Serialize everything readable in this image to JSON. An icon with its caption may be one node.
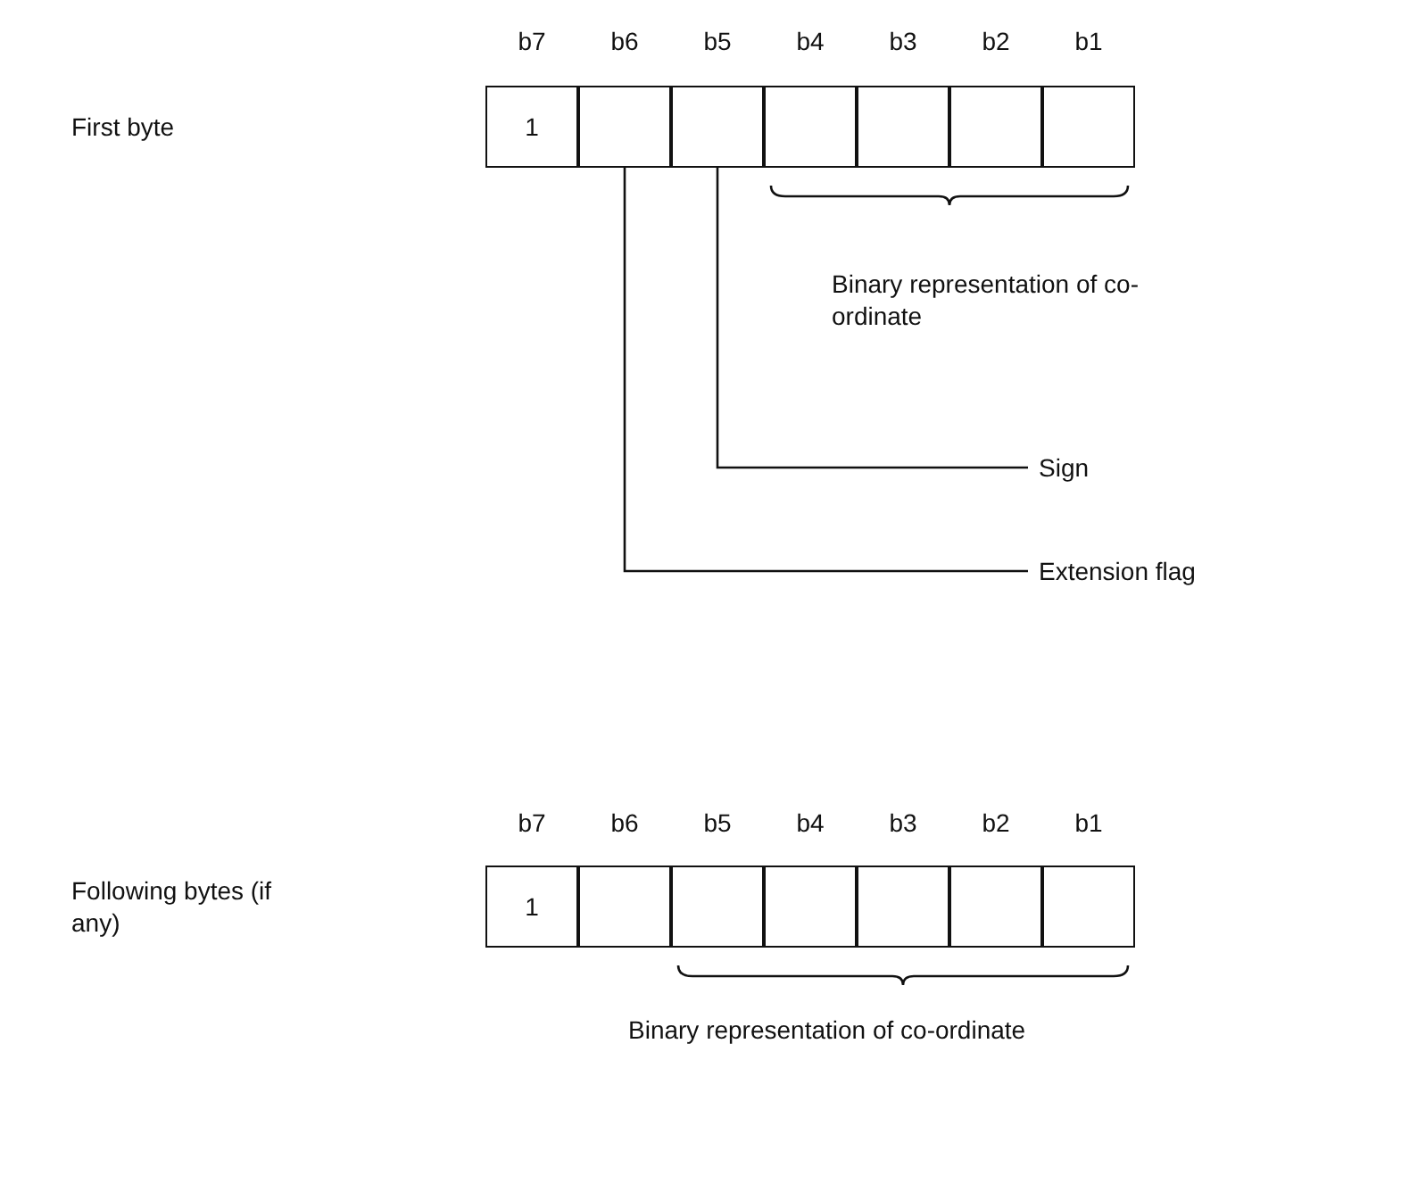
{
  "diagram": {
    "nodes": [
      {
        "text": [
          "1"
        ]
      },
      {
        "text": [],
        "shape": "box"
      },
      {
        "text": [],
        "shape": "box"
      },
      {
        "text": [],
        "shape": "box"
      },
      {
        "text": [],
        "shape": "box"
      },
      {
        "text": [],
        "shape": "box"
      },
      {
        "text": [],
        "shape": "box"
      },
      {
        "text": [
          "Sign"
        ]
      },
      {
        "text": [
          "Extension flag"
        ]
      },
      {
        "text": [
          "1"
        ]
      },
      {
        "text": [],
        "shape": "box"
      },
      {
        "text": [],
        "shape": "box"
      },
      {
        "text": [],
        "shape": "box"
      },
      {
        "text": [],
        "shape": "box"
      },
      {
        "text": [],
        "shape": "box"
      },
      {
        "text": [],
        "shape": "box"
      }
    ],
    "edges": [
      {
        "from": 7,
        "to": 2,
        "arrow": "none"
      },
      {
        "from": 8,
        "to": 1,
        "arrow": "none"
      }
    ],
    "labels": [
      "b7",
      "b6",
      "b5",
      "b4",
      "b3",
      "b2",
      "b1",
      "First byte",
      "Binary representation of co-ordinate",
      "b7",
      "b6",
      "b5",
      "b4",
      "b3",
      "b2",
      "b1",
      "Following bytes (if any)",
      "Binary representation of co-ordinate"
    ]
  }
}
